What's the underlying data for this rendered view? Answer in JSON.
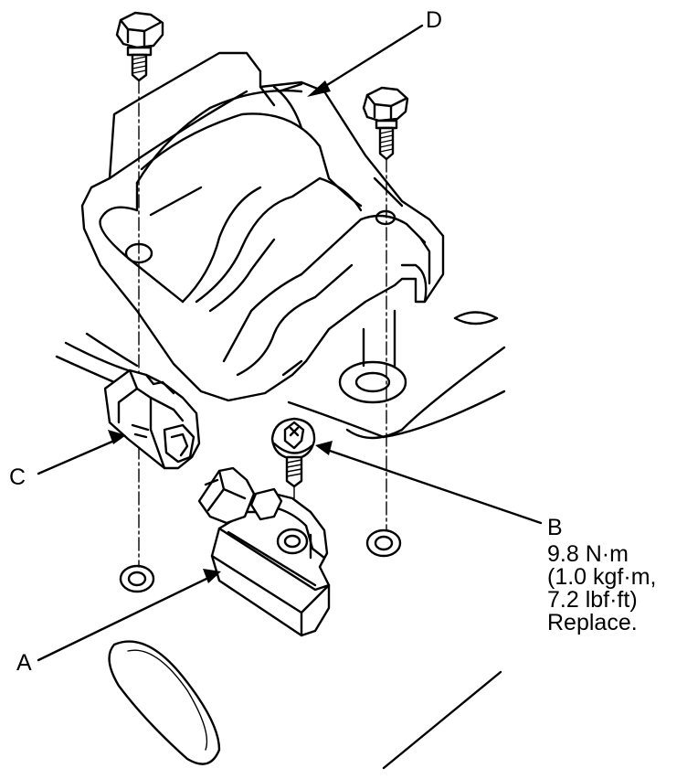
{
  "callouts": {
    "A": "A",
    "B": "B",
    "C": "C",
    "D": "D"
  },
  "spec_b": {
    "torque_nm": "9.8 N·m",
    "torque_kgfm": "(1.0 kgf·m,",
    "torque_lbfft": "7.2 lbf·ft)",
    "note": "Replace."
  }
}
